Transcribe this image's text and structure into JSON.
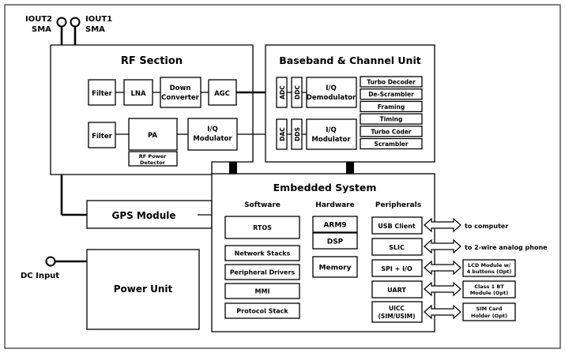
{
  "antennas": {
    "iout2": {
      "line1": "IOUT2",
      "line2": "SMA"
    },
    "iout1": {
      "line1": "IOUT1",
      "line2": "SMA"
    }
  },
  "dc_input": "DC Input",
  "rf_section": {
    "title": "RF Section",
    "filter_rx": "Filter",
    "lna": "LNA",
    "down_converter": [
      "Down",
      "Converter"
    ],
    "agc": "AGC",
    "filter_tx": "Filter",
    "pa": "PA",
    "iq_modulator": [
      "I/Q",
      "Modulator"
    ],
    "rf_power_detector": [
      "RF Power",
      "Detector"
    ]
  },
  "baseband": {
    "title": "Baseband & Channel Unit",
    "adc": "ADC",
    "ddc": "DDC",
    "dac": "DAC",
    "dds": "DDS",
    "iq_demodulator": [
      "I/Q",
      "Demodulator"
    ],
    "iq_modulator": [
      "I/Q",
      "Modulator"
    ],
    "functions": [
      "Turbo Decoder",
      "De-Scrambler",
      "Framing",
      "Timing",
      "Turbo Coder",
      "Scrambler"
    ]
  },
  "gps_module": "GPS Module",
  "power_unit": "Power Unit",
  "embedded": {
    "title": "Embedded System",
    "software": {
      "heading": "Software",
      "items": [
        "RTOS",
        "Network Stacks",
        "Peripheral Drivers",
        "MMI",
        "Protocol Stack"
      ]
    },
    "hardware": {
      "heading": "Hardware",
      "items": [
        "ARM9",
        "DSP",
        "Memory"
      ]
    },
    "peripherals": {
      "heading": "Peripherals",
      "usb": "USB Client",
      "slic": "SLIC",
      "spi": "SPI + I/O",
      "uart": "UART",
      "uicc": [
        "UICC",
        "(SIM/USIM)"
      ]
    }
  },
  "external": {
    "to_computer": "to computer",
    "to_phone": "to 2-wire analog phone",
    "lcd": [
      "LCD Module w/",
      "4 buttons (Opt)"
    ],
    "bt": [
      "Class 1 BT",
      "Module (Opt)"
    ],
    "sim": [
      "SIM Card",
      "Holder (Opt)"
    ]
  }
}
